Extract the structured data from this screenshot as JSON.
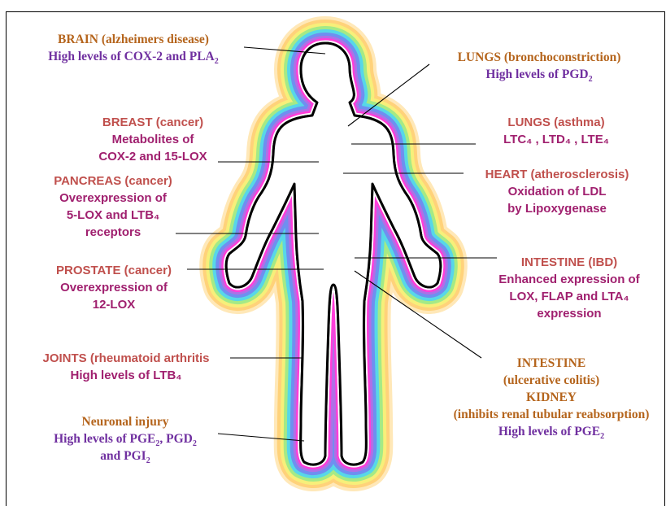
{
  "colors": {
    "title_serif": "#b5651d",
    "detail_serif": "#7030a0",
    "title_sans": "#c0504d",
    "detail_sans": "#a0206f",
    "halo": [
      "#ffe8b8",
      "#ffd27a",
      "#f7ef7a",
      "#a5ea86",
      "#57d7e8",
      "#6f8ff0",
      "#b06fe6",
      "#ff3ed9",
      "#ffffff",
      "#000000"
    ]
  },
  "labels": {
    "brain": {
      "title": "BRAIN (alzheimers disease)",
      "detail_pre": "High levels of COX-2 and PLA",
      "detail_sub": "2"
    },
    "lungs_broncho": {
      "title": "LUNGS (bronchoconstriction)",
      "detail_pre": "High levels of  PGD",
      "detail_sub": "2"
    },
    "breast": {
      "title": "BREAST (cancer)",
      "line2": "Metabolites of",
      "line3": "COX-2 and 15-LOX"
    },
    "lungs_asthma": {
      "title": "LUNGS (asthma)",
      "detail": "LTC₄ , LTD₄ , LTE₄"
    },
    "pancreas": {
      "title": "PANCREAS (cancer)",
      "line2": "Overexpression of",
      "line3": "5-LOX and LTB₄",
      "line4": "receptors"
    },
    "heart": {
      "title": "HEART (atherosclerosis)",
      "line2": "Oxidation of LDL",
      "line3": "by Lipoxygenase"
    },
    "prostate": {
      "title": "PROSTATE (cancer)",
      "line2": "Overexpression of",
      "line3": "12-LOX"
    },
    "intestine_ibd": {
      "title": "INTESTINE (IBD)",
      "line2": "Enhanced expression of",
      "line3": "LOX, FLAP and LTA₄",
      "line4": "expression"
    },
    "joints": {
      "title": "JOINTS (rheumatoid arthritis",
      "detail": "High levels of LTB₄"
    },
    "intestine_uc": {
      "title": "INTESTINE",
      "line2": "(ulcerative colitis)",
      "line3": "KIDNEY",
      "line4": "(inhibits renal tubular reabsorption)",
      "line5_pre": "High levels of  PGE",
      "line5_sub": "2"
    },
    "neuronal": {
      "title": "Neuronal injury",
      "line2_pre": "High levels of PGE",
      "line2_sub_a": "2",
      "line2_mid": ", PGD",
      "line2_sub_b": "2",
      "line3_pre": "and PGI",
      "line3_sub": "2"
    }
  }
}
